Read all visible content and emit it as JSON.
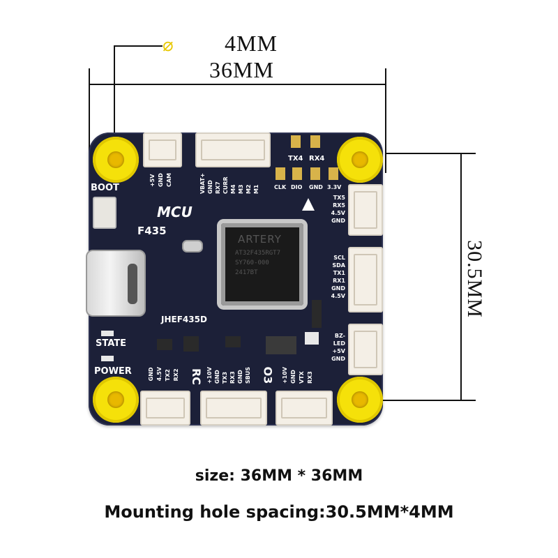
{
  "dimensions": {
    "hole_diameter": "4MM",
    "board_width": "36MM",
    "hole_spacing": "30.5MM",
    "diameter_symbol": "⌀"
  },
  "board": {
    "model": "JHEF435D",
    "mcu_label": "MCU",
    "mcu_part": "F435",
    "chip_text": [
      "ARTERY",
      "AT32F435RGT7",
      "SY760-000",
      "2417BT"
    ],
    "chip_brand": "ARTERY",
    "boot_label": "BOOT",
    "state_label": "STATE",
    "power_label": "POWER",
    "rc_label": "RC",
    "o3_label": "O3",
    "pads_top": {
      "tx4": "TX4",
      "rx4": "RX4"
    },
    "pads_swd": [
      "CLK",
      "DIO",
      "GND",
      "3.3V"
    ],
    "conn_top_left_pins": [
      "+5V",
      "GND",
      "CAM"
    ],
    "conn_top_mid_pins": [
      "VBAT+",
      "GND",
      "RX7",
      "CURR",
      "M4",
      "M3",
      "M2",
      "M1"
    ],
    "conn_right_1_pins": [
      "TX5",
      "RX5",
      "4.5V",
      "GND"
    ],
    "conn_right_2_pins": [
      "SCL",
      "SDA",
      "TX1",
      "RX1",
      "GND",
      "4.5V"
    ],
    "conn_right_3_pins": [
      "BZ-",
      "LED",
      "+5V",
      "GND"
    ],
    "conn_bottom_left_pins": [
      "GND",
      "4.5V",
      "TX2",
      "RX2"
    ],
    "conn_bottom_mid_pins": [
      "+10V",
      "GND",
      "TX3",
      "RX3",
      "GND",
      "SBUS"
    ],
    "conn_bottom_right_pins": [
      "+10V",
      "GND",
      "VTX",
      "RX3"
    ]
  },
  "captions": {
    "size": "size: 36MM * 36MM",
    "spacing": "Mounting hole spacing:30.5MM*4MM"
  },
  "colors": {
    "board": "#1c2038",
    "mount_ring": "#f5e10a",
    "silkscreen": "#ffffff",
    "pad_gold": "#d8b34a"
  }
}
